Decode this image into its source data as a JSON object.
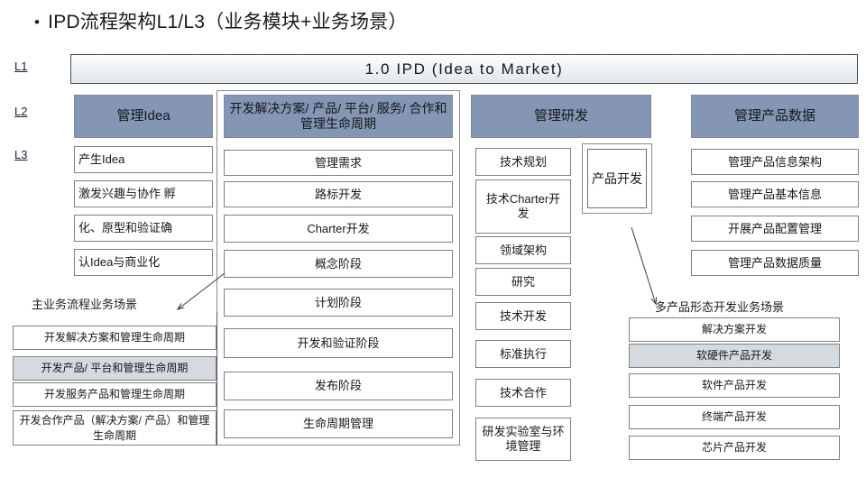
{
  "title": "IPD流程架构L1/L3（业务模块+业务场景）",
  "levels": {
    "l1": "L1",
    "l2": "L2",
    "l3": "L3"
  },
  "l1_bar": {
    "label": "1.0 IPD (Idea to Market)"
  },
  "colors": {
    "header_fill": "#8496b4",
    "highlight_fill": "#d4dae0",
    "box_border": "#808080",
    "text": "#16181d"
  },
  "columns": [
    {
      "key": "manage-idea",
      "header": "管理Idea",
      "items": [
        "产生Idea",
        "激发兴趣与协作 孵",
        "化、原型和验证确",
        "认Idea与商业化"
      ]
    },
    {
      "key": "develop-solution",
      "header": "开发解决方案/ 产品/ 平台/ 服务/ 合作和管理生命周期",
      "items": [
        "管理需求",
        "路标开发",
        "Charter开发",
        "概念阶段",
        "计划阶段",
        "开发和验证阶段",
        "发布阶段",
        "生命周期管理"
      ]
    },
    {
      "key": "manage-rd",
      "header": "管理研发",
      "items": [
        "技术规划",
        "技术Charter开发",
        "领域架构",
        "研究",
        "技术开发",
        "标准执行",
        "技术合作",
        "研发实验室与环境管理"
      ]
    },
    {
      "key": "manage-product-data",
      "header": "管理产品数据",
      "items": [
        "管理产品信息架构",
        "管理产品基本信息",
        "开展产品配置管理",
        "管理产品数据质量"
      ]
    }
  ],
  "product_dev_box": {
    "label": "产品开发"
  },
  "scenarios_left": {
    "caption": "主业务流程业务场景",
    "items": [
      {
        "label": "开发解决方案和管理生命周期",
        "highlight": false
      },
      {
        "label": "开发产品/ 平台和管理生命周期",
        "highlight": true
      },
      {
        "label": "开发服务产品和管理生命周期",
        "highlight": false
      },
      {
        "label": "开发合作产品（解决方案/ 产品）和管理生命周期",
        "highlight": false
      }
    ]
  },
  "scenarios_right": {
    "caption": "多产品形态开发业务场景",
    "items": [
      {
        "label": "解决方案开发",
        "highlight": false
      },
      {
        "label": "软硬件产品开发",
        "highlight": true
      },
      {
        "label": "软件产品开发",
        "highlight": false
      },
      {
        "label": "终端产品开发",
        "highlight": false
      },
      {
        "label": "芯片产品开发",
        "highlight": false
      }
    ]
  }
}
